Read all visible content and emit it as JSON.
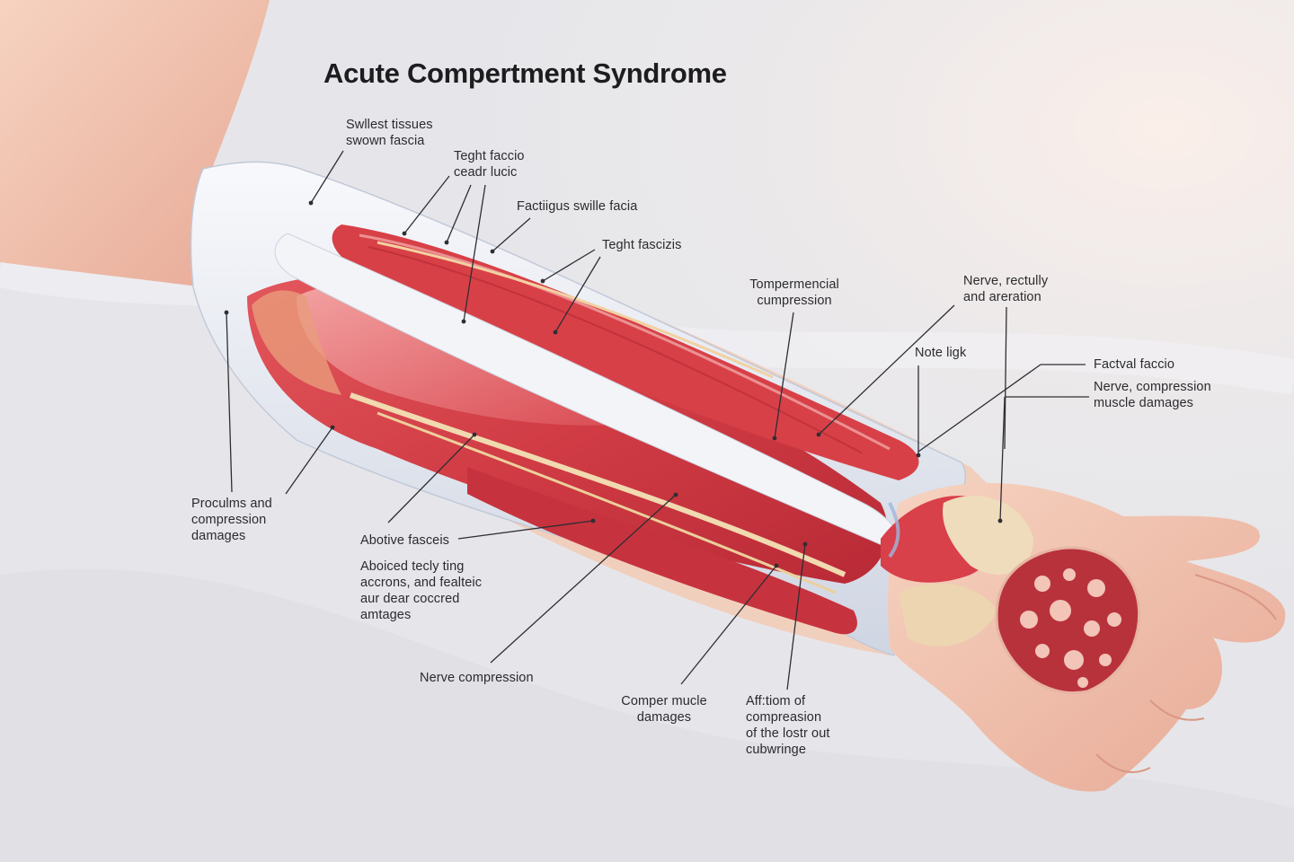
{
  "title": "Acute Compertment Syndrome",
  "labels": [
    {
      "id": "swollen-tissues",
      "text": "Swllest tissues\nswown fascia"
    },
    {
      "id": "tight-fascia-1",
      "text": "Teght faccio\nceadr lucic"
    },
    {
      "id": "facitigus-swelle",
      "text": "Factiigus swille facia"
    },
    {
      "id": "tight-fascia-2",
      "text": "Teght fascizis"
    },
    {
      "id": "tompermencial",
      "text": "Tompermencial\ncumpression"
    },
    {
      "id": "nerve-rectully",
      "text": "Nerve, rectully\nand areration"
    },
    {
      "id": "note-ligk",
      "text": "Note ligk"
    },
    {
      "id": "factval-faccio",
      "text": "Factval faccio"
    },
    {
      "id": "nerve-muscle-damage",
      "text": "Nerve, compression\nmuscle damages"
    },
    {
      "id": "proculums",
      "text": "Proculms and\ncompression\ndamages"
    },
    {
      "id": "abotive-fasceis",
      "text": "Abotive fasceis"
    },
    {
      "id": "aboiced-tecly",
      "text": "Aboiced tecly ting\naccrons, and fealteic\naur dear coccred\namtages"
    },
    {
      "id": "nerve-compression",
      "text": "Nerve compression"
    },
    {
      "id": "comper-mucle",
      "text": "Comper mucle\ndamages"
    },
    {
      "id": "affition",
      "text": "Aff:tiom of\ncompreasion\nof the lostr out\ncubwringe"
    }
  ],
  "colors": {
    "background": "#e9e9ed",
    "skin": "#f0c4ad",
    "muscle": "#d7434b",
    "muscle_light": "#ee8a8e",
    "fascia": "#eef0f5",
    "tendon": "#f1d9b0",
    "text": "#2b2b2e"
  }
}
